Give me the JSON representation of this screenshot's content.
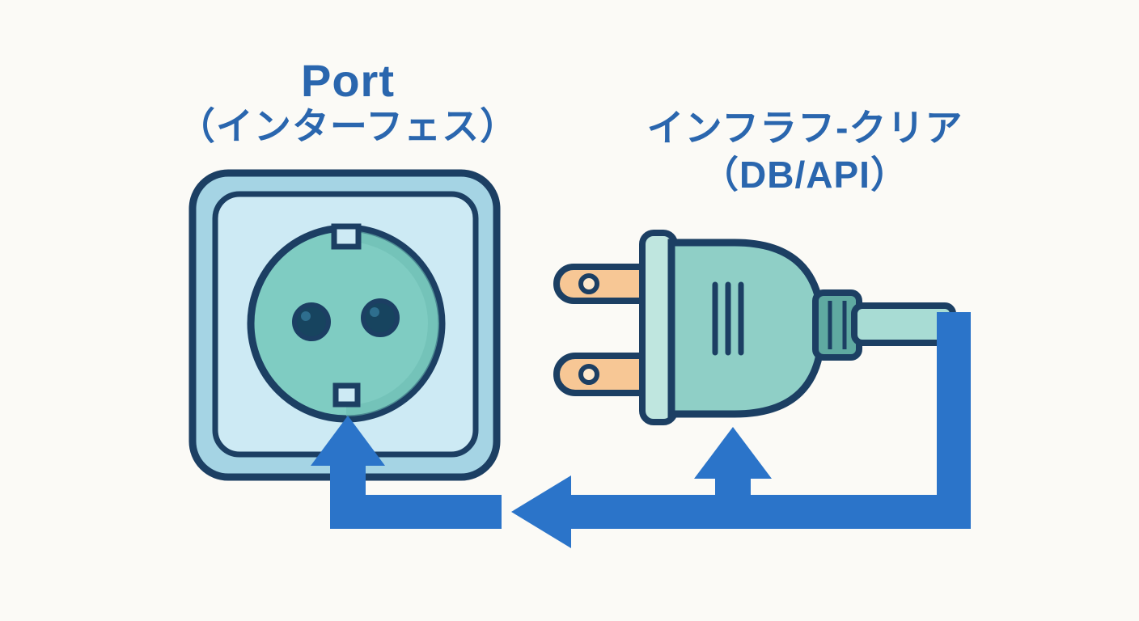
{
  "diagram": {
    "title_left": "Port",
    "subtitle_left": "（インターフェス）",
    "title_right": "インフラフ-クリア",
    "subtitle_right": "（DB/API）"
  },
  "icons": {
    "socket": "socket-icon",
    "plug": "plug-icon",
    "arrow_flow": "flow-arrow-icon",
    "arrow_up_socket": "up-arrow-socket-icon",
    "arrow_up_plug": "up-arrow-plug-icon"
  },
  "colors": {
    "background": "#fbfaf6",
    "text_blue": "#2a66ae",
    "arrow_blue": "#2b74c9",
    "outline_navy": "#1c3f63",
    "socket_outer": "#a5d4e4",
    "socket_inner": "#cdeaf4",
    "socket_recess": "#7fccc2",
    "hole_dark": "#17445f",
    "plug_body": "#8fcfc6",
    "plug_plate": "#bfe6df",
    "plug_neck": "#5fa9a1",
    "cable": "#a8dcd4",
    "prong": "#f7c795",
    "prong_hole": "#fde8cc"
  }
}
